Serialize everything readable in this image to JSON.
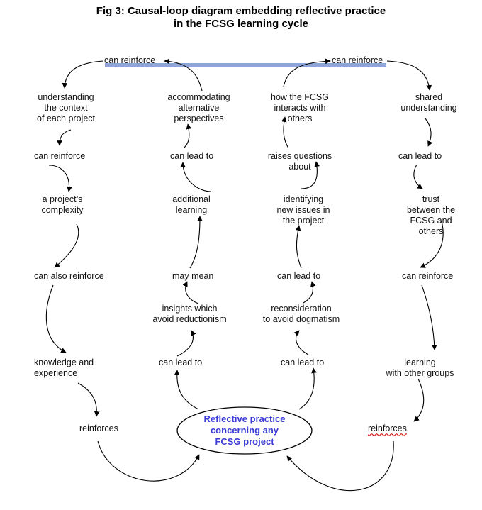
{
  "title": {
    "line1": "Fig 3: Causal-loop diagram embedding reflective practice",
    "line2": "in the FCSG learning cycle"
  },
  "colors": {
    "core_text": "#3b3bd6",
    "top_bar": "#4a6fc4",
    "arrow": "#000000"
  },
  "top": {
    "left": "can reinforce",
    "right": "can reinforce"
  },
  "col1": {
    "n1": [
      "understanding",
      "the context",
      "of each project"
    ],
    "n2": "can reinforce",
    "n3": [
      "a project’s",
      "complexity"
    ],
    "n4": "can also reinforce",
    "n5": [
      "knowledge and",
      "experience"
    ],
    "n6": "reinforces"
  },
  "col2": {
    "n1": [
      "accommodating",
      "alternative",
      "perspectives"
    ],
    "n2": "can lead to",
    "n3": [
      "additional",
      "learning"
    ],
    "n4": "may mean",
    "n5": [
      "insights which",
      "avoid reductionism"
    ],
    "n6": "can lead to"
  },
  "col3": {
    "n1": [
      "how the FCSG",
      "interacts with",
      "others"
    ],
    "n2": [
      "raises questions",
      "about"
    ],
    "n3": [
      "identifying",
      "new issues in",
      "the project"
    ],
    "n4": "can lead to",
    "n5": [
      "reconsideration",
      "to avoid dogmatism"
    ],
    "n6": "can lead to"
  },
  "col4": {
    "n1": [
      "shared",
      "understanding"
    ],
    "n2": "can lead to",
    "n3": [
      "trust",
      "between the",
      "FCSG and",
      "others"
    ],
    "n4": "can reinforce",
    "n5": [
      "learning",
      "with other groups"
    ],
    "n6": "reinforces"
  },
  "core": {
    "lines": [
      "Reflective practice",
      "concerning any",
      "FCSG project"
    ]
  }
}
